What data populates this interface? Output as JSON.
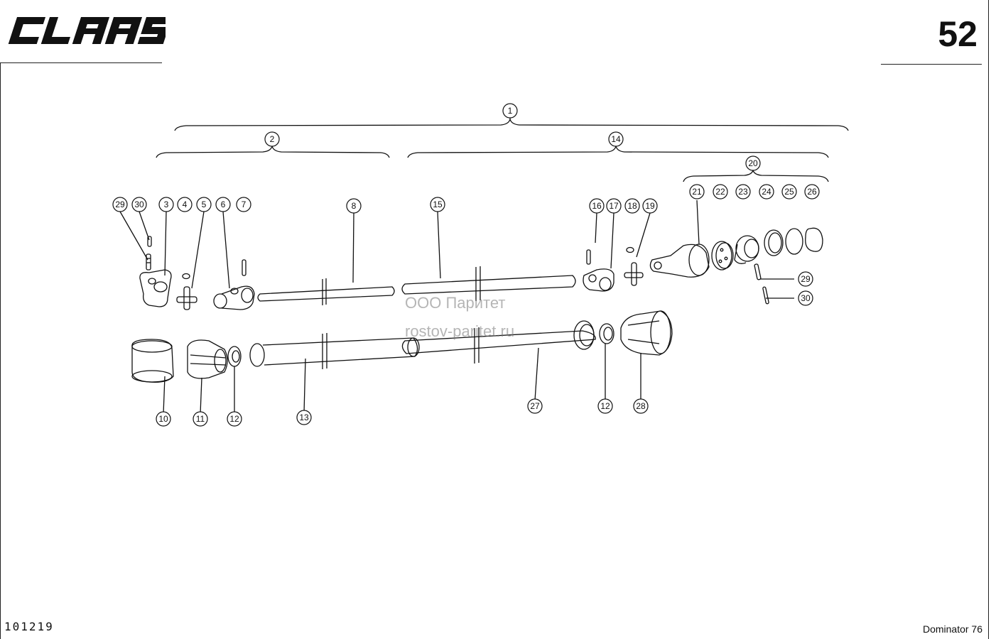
{
  "header": {
    "brand": "CLAAS",
    "page_number": "52"
  },
  "footer": {
    "doc_code": "101219",
    "model": "Dominator 76"
  },
  "watermark": {
    "line1": "ООО Паритет",
    "line2": "rostov-paritet.ru"
  },
  "assemblies": [
    {
      "id": "asm-1",
      "label": "1"
    },
    {
      "id": "asm-2",
      "label": "2"
    },
    {
      "id": "asm-14",
      "label": "14"
    },
    {
      "id": "asm-20",
      "label": "20"
    }
  ],
  "parts": [
    {
      "id": "p29a",
      "label": "29"
    },
    {
      "id": "p30a",
      "label": "30"
    },
    {
      "id": "p3",
      "label": "3"
    },
    {
      "id": "p4",
      "label": "4"
    },
    {
      "id": "p5",
      "label": "5"
    },
    {
      "id": "p6",
      "label": "6"
    },
    {
      "id": "p7",
      "label": "7"
    },
    {
      "id": "p8",
      "label": "8"
    },
    {
      "id": "p15",
      "label": "15"
    },
    {
      "id": "p16",
      "label": "16"
    },
    {
      "id": "p17",
      "label": "17"
    },
    {
      "id": "p18",
      "label": "18"
    },
    {
      "id": "p19",
      "label": "19"
    },
    {
      "id": "p21",
      "label": "21"
    },
    {
      "id": "p22",
      "label": "22"
    },
    {
      "id": "p23",
      "label": "23"
    },
    {
      "id": "p24",
      "label": "24"
    },
    {
      "id": "p25",
      "label": "25"
    },
    {
      "id": "p26",
      "label": "26"
    },
    {
      "id": "p29b",
      "label": "29"
    },
    {
      "id": "p30b",
      "label": "30"
    },
    {
      "id": "p10",
      "label": "10"
    },
    {
      "id": "p11",
      "label": "11"
    },
    {
      "id": "p12a",
      "label": "12"
    },
    {
      "id": "p13",
      "label": "13"
    },
    {
      "id": "p27",
      "label": "27"
    },
    {
      "id": "p12b",
      "label": "12"
    },
    {
      "id": "p28",
      "label": "28"
    }
  ]
}
